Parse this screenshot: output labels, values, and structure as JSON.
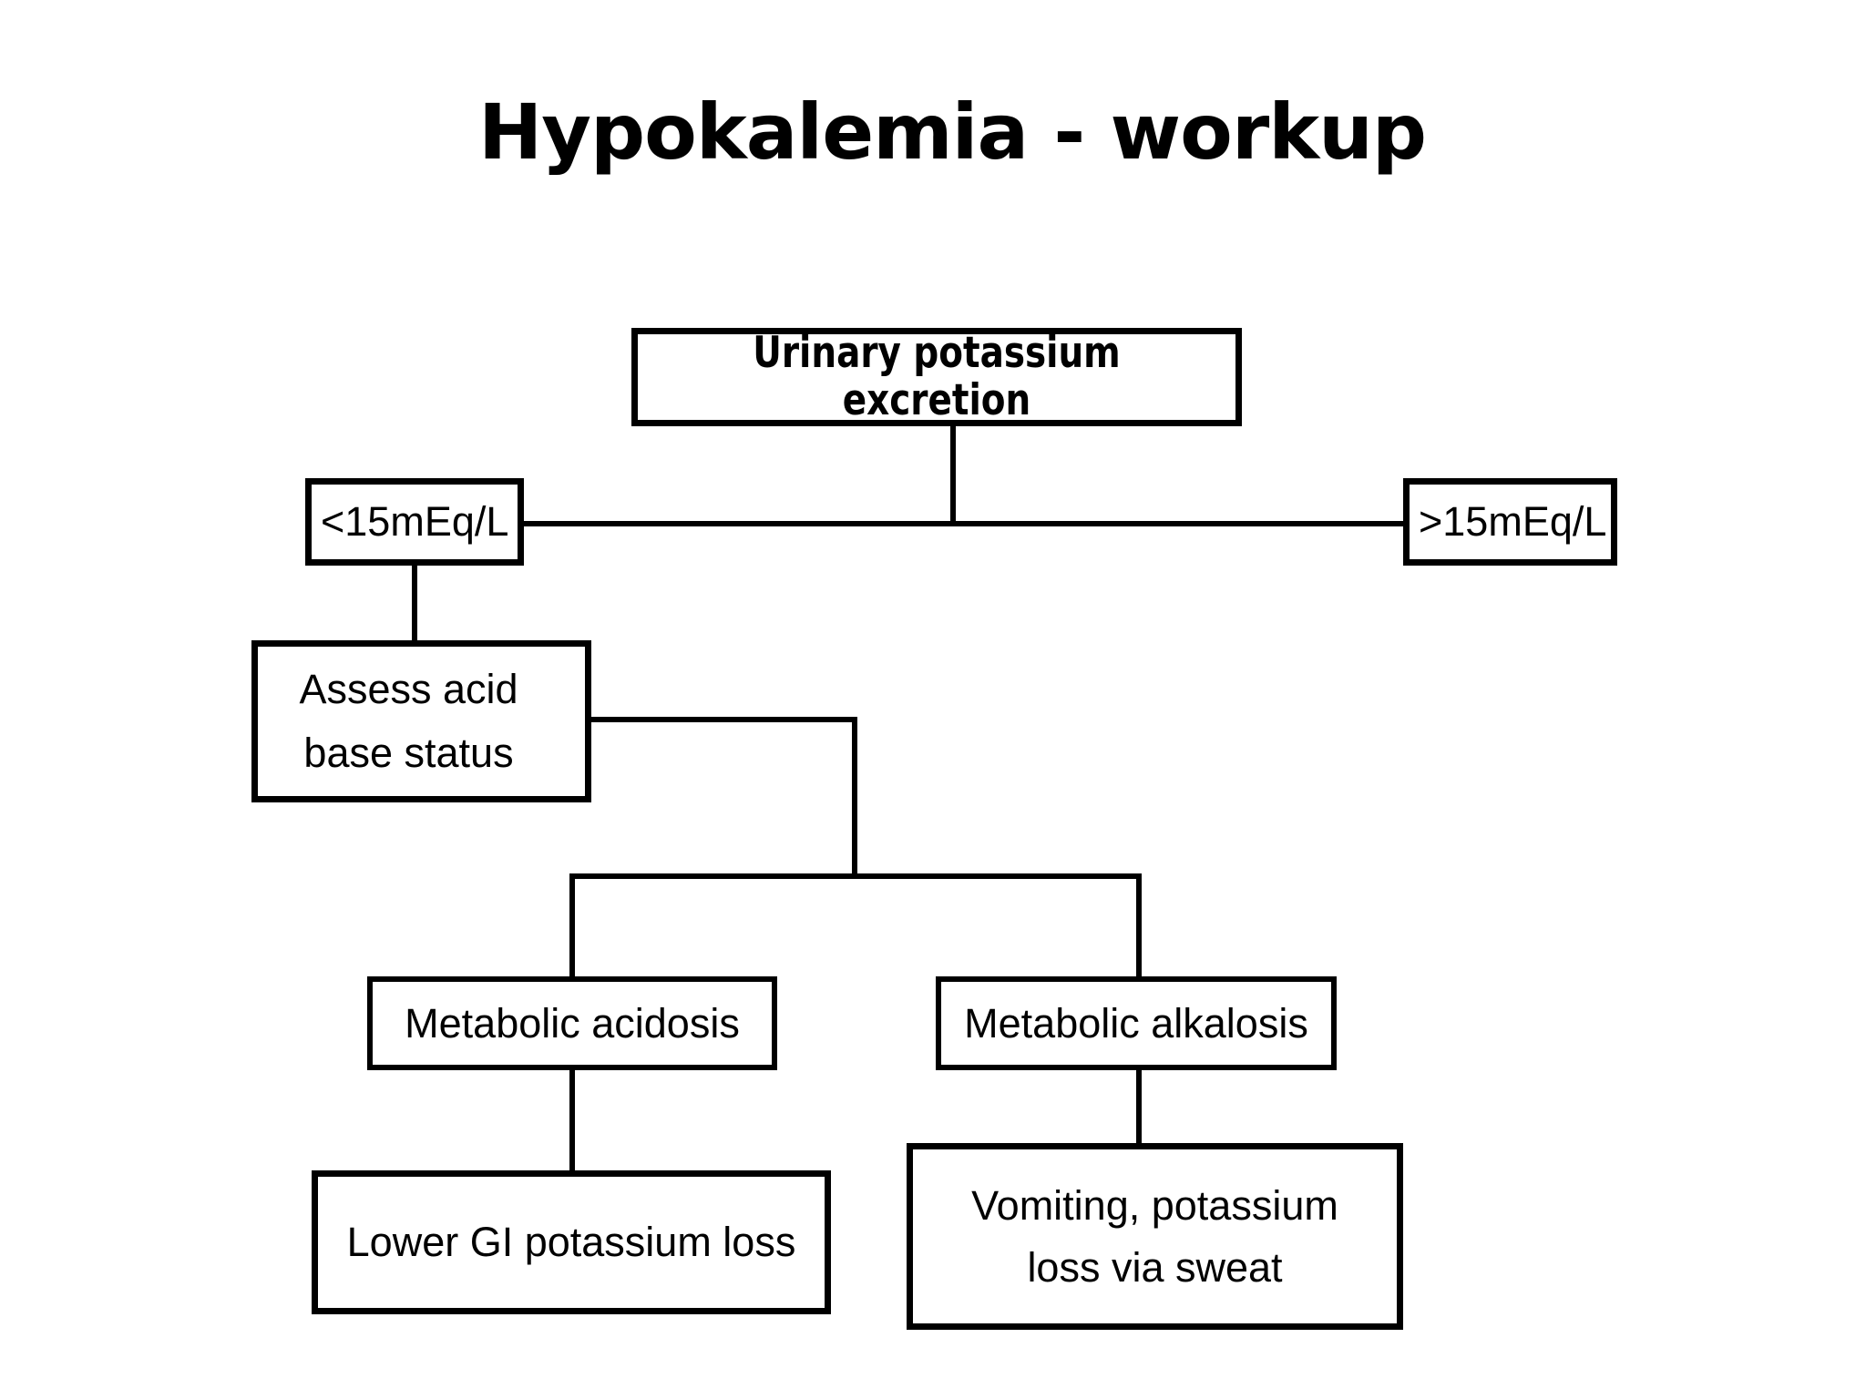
{
  "page": {
    "title": "Hypokalemia - workup",
    "background_color": "#ffffff",
    "line_color": "#000000",
    "text_color": "#000000"
  },
  "diagram": {
    "type": "flowchart",
    "root": "Urinary potassium excretion",
    "nodes": [
      {
        "id": "urinary-potassium-excretion",
        "label": "Urinary potassium excretion"
      },
      {
        "id": "lt-15-meq-l",
        "label": "<15mEq/L"
      },
      {
        "id": "gt-15-meq-l",
        "label": ">15mEq/L"
      },
      {
        "id": "assess-acid-base-status",
        "label_line1": "Assess acid",
        "label_line2": "base status"
      },
      {
        "id": "metabolic-acidosis",
        "label": "Metabolic acidosis"
      },
      {
        "id": "metabolic-alkalosis",
        "label": "Metabolic alkalosis"
      },
      {
        "id": "lower-gi-potassium-loss",
        "label": "Lower GI potassium loss"
      },
      {
        "id": "vomiting-potassium-loss",
        "label_line1": "Vomiting, potassium",
        "label_line2": "loss via sweat"
      }
    ],
    "edges": [
      {
        "from": "urinary-potassium-excretion",
        "to": "lt-15-meq-l"
      },
      {
        "from": "urinary-potassium-excretion",
        "to": "gt-15-meq-l"
      },
      {
        "from": "lt-15-meq-l",
        "to": "assess-acid-base-status"
      },
      {
        "from": "assess-acid-base-status",
        "to": "metabolic-acidosis"
      },
      {
        "from": "assess-acid-base-status",
        "to": "metabolic-alkalosis"
      },
      {
        "from": "metabolic-acidosis",
        "to": "lower-gi-potassium-loss"
      },
      {
        "from": "metabolic-alkalosis",
        "to": "vomiting-potassium-loss"
      }
    ]
  }
}
